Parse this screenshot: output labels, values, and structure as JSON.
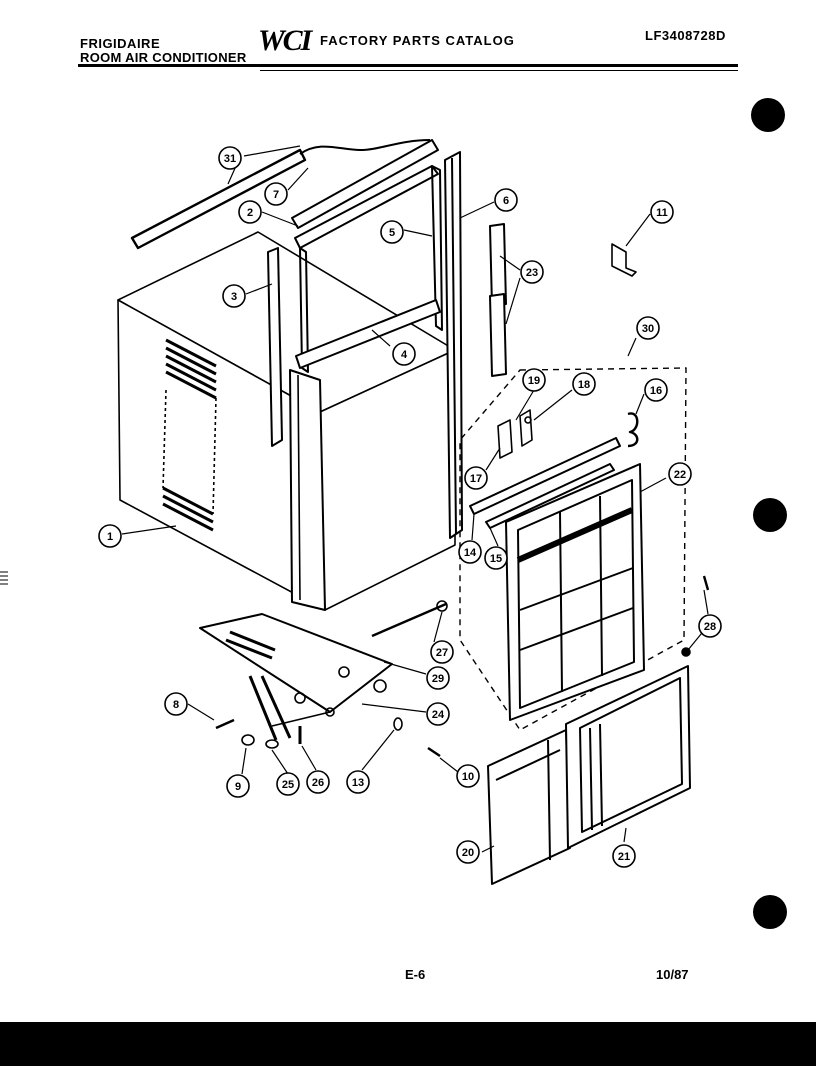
{
  "header": {
    "brand": "FRIGIDAIRE",
    "product": "ROOM AIR CONDITIONER",
    "logo": "WCI",
    "catalog_title": "FACTORY PARTS CATALOG",
    "model_number": "LF3408728D"
  },
  "footer": {
    "page": "E-6",
    "date": "10/87"
  },
  "callouts": [
    {
      "id": "c1",
      "num": "1"
    },
    {
      "id": "c2",
      "num": "2"
    },
    {
      "id": "c3",
      "num": "3"
    },
    {
      "id": "c4",
      "num": "4"
    },
    {
      "id": "c5",
      "num": "5"
    },
    {
      "id": "c6",
      "num": "6"
    },
    {
      "id": "c7",
      "num": "7"
    },
    {
      "id": "c8",
      "num": "8"
    },
    {
      "id": "c9",
      "num": "9"
    },
    {
      "id": "c10",
      "num": "10"
    },
    {
      "id": "c11",
      "num": "11"
    },
    {
      "id": "c13",
      "num": "13"
    },
    {
      "id": "c14",
      "num": "14"
    },
    {
      "id": "c15",
      "num": "15"
    },
    {
      "id": "c16",
      "num": "16"
    },
    {
      "id": "c17",
      "num": "17"
    },
    {
      "id": "c18",
      "num": "18"
    },
    {
      "id": "c19",
      "num": "19"
    },
    {
      "id": "c20",
      "num": "20"
    },
    {
      "id": "c21",
      "num": "21"
    },
    {
      "id": "c22",
      "num": "22"
    },
    {
      "id": "c23",
      "num": "23"
    },
    {
      "id": "c24",
      "num": "24"
    },
    {
      "id": "c25",
      "num": "25"
    },
    {
      "id": "c26",
      "num": "26"
    },
    {
      "id": "c27",
      "num": "27"
    },
    {
      "id": "c28",
      "num": "28"
    },
    {
      "id": "c29",
      "num": "29"
    },
    {
      "id": "c30",
      "num": "30"
    },
    {
      "id": "c31",
      "num": "31"
    }
  ]
}
